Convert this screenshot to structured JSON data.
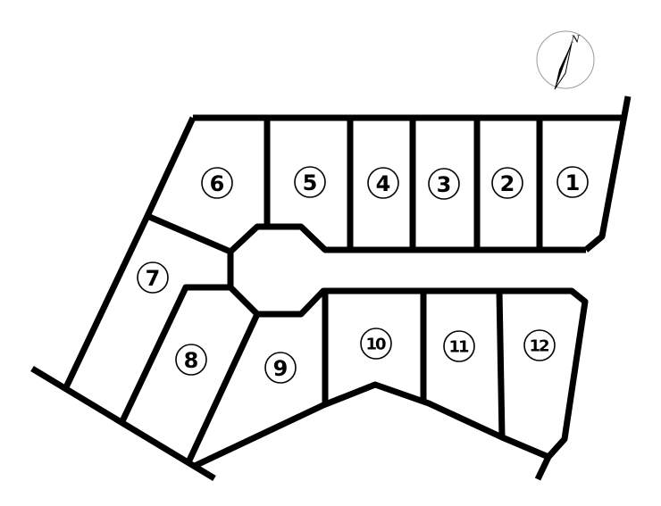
{
  "compass": {
    "label": "N",
    "icon": "north-arrow-icon"
  },
  "lots": [
    {
      "id": "1",
      "label": "1"
    },
    {
      "id": "2",
      "label": "2"
    },
    {
      "id": "3",
      "label": "3"
    },
    {
      "id": "4",
      "label": "4"
    },
    {
      "id": "5",
      "label": "5"
    },
    {
      "id": "6",
      "label": "6"
    },
    {
      "id": "7",
      "label": "7"
    },
    {
      "id": "8",
      "label": "8"
    },
    {
      "id": "9",
      "label": "9"
    },
    {
      "id": "10",
      "label": "10"
    },
    {
      "id": "11",
      "label": "11"
    },
    {
      "id": "12",
      "label": "12"
    }
  ],
  "colors": {
    "line": "#000000",
    "background": "#ffffff",
    "compass_ring": "#9a9a9a"
  }
}
